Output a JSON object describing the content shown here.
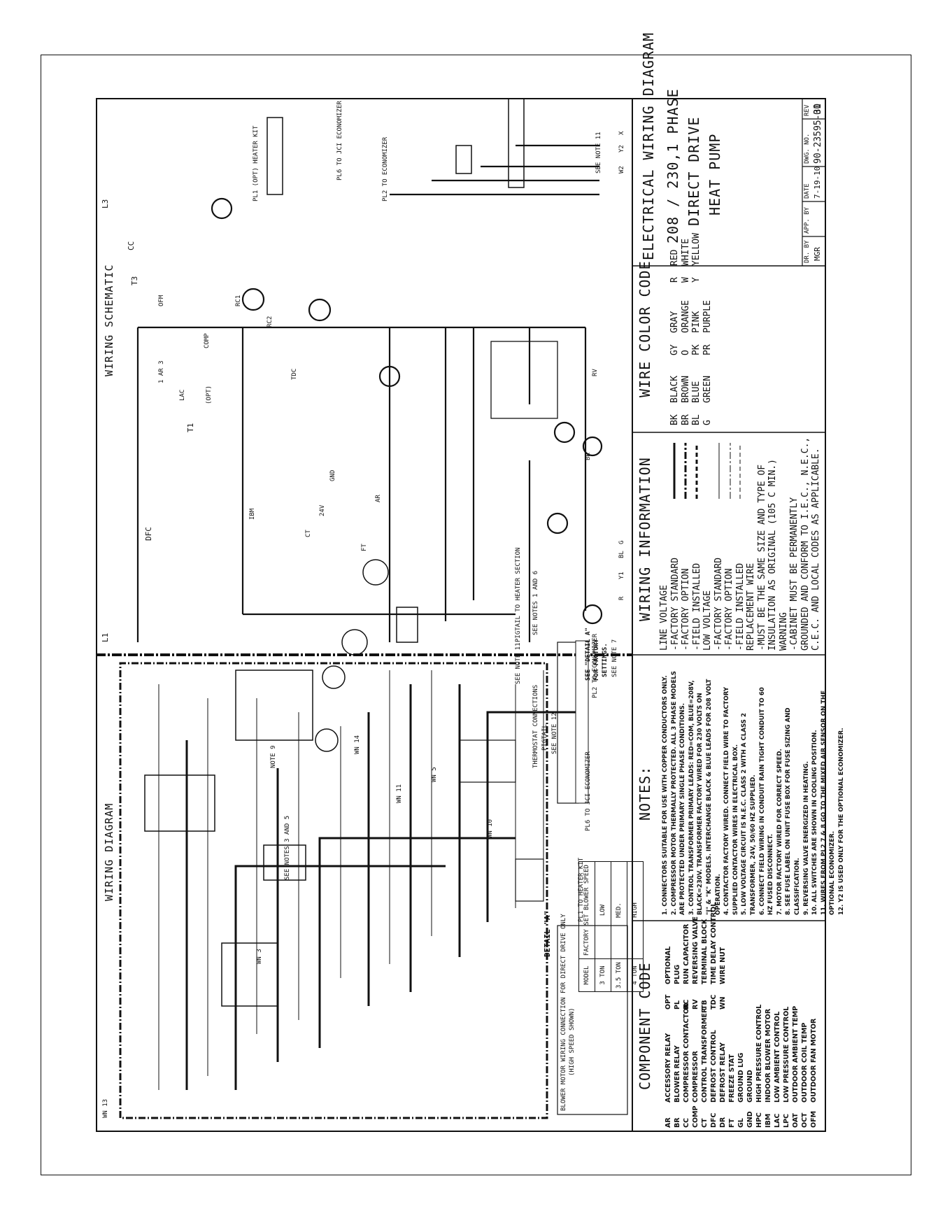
{
  "titles": {
    "wiring_diagram": "WIRING DIAGRAM",
    "wiring_schematic": "WIRING SCHEMATIC",
    "detail_a": "DETAIL \"A\"",
    "detail_a_caption": "BLOWER MOTOR WIRING CONNECTION FOR DIRECT DRIVE ONLY",
    "detail_a_sub": "(HIGH SPEED SHOWN)",
    "see_detail_a": "SEE \"DETAIL A\"",
    "for_factory_settings": "FOR FACTORY",
    "settings": "SETTINGS.",
    "see_note_7": "SEE NOTE 7"
  },
  "detail_table": {
    "header_model": "MODEL",
    "header_speed": "FACTORY SET BLOWER SPEED",
    "rows": [
      {
        "model": "3 TON",
        "speed": "LOW"
      },
      {
        "model": "3.5 TON",
        "speed": "MED."
      },
      {
        "model": "4 TON",
        "speed": "HIGH"
      }
    ]
  },
  "component_code": {
    "title": "COMPONENT CODE",
    "left": [
      {
        "abbr": "AR",
        "name": "ACCESSORY RELAY"
      },
      {
        "abbr": "BR",
        "name": "BLOWER RELAY"
      },
      {
        "abbr": "CC",
        "name": "COMPRESSOR CONTACTOR"
      },
      {
        "abbr": "COMP",
        "name": "COMPRESSOR"
      },
      {
        "abbr": "CT",
        "name": "CONTROL TRANSFORMER"
      },
      {
        "abbr": "DFC",
        "name": "DEFROST CONTROL"
      },
      {
        "abbr": "DR",
        "name": "DEFROST RELAY"
      },
      {
        "abbr": "FT",
        "name": "FREEZE STAT"
      },
      {
        "abbr": "GL",
        "name": "GROUND LUG"
      },
      {
        "abbr": "GND",
        "name": "GROUND"
      },
      {
        "abbr": "HPC",
        "name": "HIGH PRESSURE CONTROL"
      },
      {
        "abbr": "IBM",
        "name": "INDOOR BLOWER MOTOR"
      },
      {
        "abbr": "LAC",
        "name": "LOW AMBIENT CONTROL"
      },
      {
        "abbr": "LPC",
        "name": "LOW PRESSURE CONTROL"
      },
      {
        "abbr": "OAT",
        "name": "OUTDOOR AMBIENT TEMP"
      },
      {
        "abbr": "OCT",
        "name": "OUTDOOR COIL TEMP"
      },
      {
        "abbr": "OFM",
        "name": "OUTDOOR FAN MOTOR"
      }
    ],
    "right": [
      {
        "abbr": "OPT",
        "name": "OPTIONAL"
      },
      {
        "abbr": "PL",
        "name": "PLUG"
      },
      {
        "abbr": "RC",
        "name": "RUN CAPACITOR"
      },
      {
        "abbr": "RV",
        "name": "REVERSING VALVE"
      },
      {
        "abbr": "TB",
        "name": "TERMINAL BLOCK"
      },
      {
        "abbr": "TDC",
        "name": "TIME DELAY CONTROL"
      },
      {
        "abbr": "WN",
        "name": "WIRE NUT"
      }
    ]
  },
  "notes": {
    "title": "NOTES:",
    "items": [
      "1.  CONNECTORS SUITABLE FOR USE WITH COPPER CONDUCTORS ONLY.",
      "2.  COMPRESSOR MOTOR THERMALLY PROTECTED. ALL 3 PHASE MODELS",
      "     ARE PROTECTED UNDER PRIMARY SINGLE PHASE CONDITIONS.",
      "3.  CONTROL TRANSFORMER PRIMARY LEADS: RED=COM, BLUE=208V,",
      "     BLACK=230V. TRANSFORMER FACTORY WIRED FOR 230 VOLTS ON",
      "     \"J\" & \"K\" MODELS. INTERCHANGE BLACK & BLUE LEADS FOR 208 VOLT",
      "     OPERATION.",
      "4.  CONTACTOR FACTORY WIRED. CONNECT FIELD WIRE TO FACTORY",
      "     SUPPLIED CONTACTOR WIRES IN ELECTRICAL BOX.",
      "5.  LOW VOLTAGE CIRCUIT IS N.E.C. CLASS 2 WITH A CLASS 2",
      "     TRANSFORMER, 24V, 50/60 HZ SUPPLIED.",
      "6.  CONNECT FIELD WIRING IN CONDUIT RAIN TIGHT CONDUIT TO 60",
      "     HZ FUSED DISCONNECT.",
      "7.  MOTOR FACTORY WIRED FOR CORRECT SPEED.",
      "8.  SEE FUSE LABEL ON UNIT FUSE BOX FOR FUSE SIZING AND",
      "     CLASSIFICATION.",
      "9.  REVERSING VALVE ENERGIZED IN HEATING.",
      "10. ALL SWITCHES ARE SHOWN IN COOLING POSITION.",
      "11. WIRES FROM PL2 7 & 8 GO TO THE MIXED AIR SENSOR ON THE",
      "     OPTIONAL ECONOMIZER.",
      "12. Y2 IS USED ONLY FOR THE OPTIONAL ECONOMIZER."
    ]
  },
  "wiring_information": {
    "title": "WIRING INFORMATION",
    "items": [
      "LINE VOLTAGE",
      "-FACTORY STANDARD",
      "-FACTORY OPTION",
      "-FIELD INSTALLED",
      "LOW VOLTAGE",
      "-FACTORY STANDARD",
      "-FACTORY OPTION",
      "-FIELD INSTALLED",
      "REPLACEMENT WIRE",
      "-MUST BE THE SAME SIZE AND TYPE OF",
      "  INSULATION AS ORIGINAL (105 C MIN.)",
      "WARNING",
      "-CABINET MUST BE PERMANENTLY",
      "  GROUNDED AND CONFORM TO I.E.C., N.E.C.,",
      "  C.E.C. AND LOCAL CODES AS APPLICABLE."
    ]
  },
  "wire_color_code": {
    "title": "WIRE COLOR CODE",
    "items": [
      {
        "abbr": "BK",
        "name": "BLACK",
        "abbr2": "GY",
        "name2": "GRAY",
        "abbr3": "R",
        "name3": "RED"
      },
      {
        "abbr": "BR",
        "name": "BROWN",
        "abbr2": "O",
        "name2": "ORANGE",
        "abbr3": "W",
        "name3": "WHITE"
      },
      {
        "abbr": "BL",
        "name": "BLUE",
        "abbr2": "PK",
        "name2": "PINK",
        "abbr3": "Y",
        "name3": "YELLOW"
      },
      {
        "abbr": "G",
        "name": "GREEN",
        "abbr2": "PR",
        "name2": "PURPLE",
        "abbr3": "",
        "name3": ""
      }
    ]
  },
  "title_block": {
    "line1": "ELECTRICAL WIRING DIAGRAM",
    "line2": "208 / 230,1 PHASE",
    "line3": "DIRECT DRIVE",
    "line4": "HEAT PUMP",
    "dr_by_label": "DR. BY",
    "dr_by": "MGR",
    "app_by_label": "APP. BY",
    "app_by": "",
    "date_label": "DATE",
    "date": "7-19-10",
    "dwg_no_label": "DWG. NO.",
    "dwg_no": "90-23595-30",
    "rev_label": "REV",
    "rev": "01"
  },
  "schematic_labels": {
    "l1": "L1",
    "l3": "L3",
    "t1": "T1",
    "t3": "T3",
    "cc": "CC",
    "dfc": "DFC",
    "ofm": "OFM",
    "comp": "COMP",
    "lac": "LAC",
    "opt": "(OPT)",
    "rc1": "RC1",
    "rc2": "RC2",
    "tdc": "TDC",
    "ibm": "IBM",
    "ct": "CT",
    "gnd": "GND",
    "ar": "AR",
    "ft": "FT",
    "br": "BR",
    "rv": "RV",
    "r": "R",
    "y1": "Y1",
    "bl": "BL",
    "g": "G",
    "w2": "W2",
    "y2": "Y2",
    "x": "X",
    "pl1": "PL1 (OPT) HEATER KIT",
    "pl6": "PL6 TO JCI ECONOMIZER",
    "pl2": "PL2 TO ECONOMIZER",
    "see_note_11": "SEE NOTE 11",
    "v24": "24V",
    "ar3": "1 AR 3"
  },
  "diagram_labels": {
    "thermostat": "THERMOSTAT CONNECTIONS",
    "pigtail": "PIGTAIL",
    "see_note_12": "SEE NOTE 12",
    "pigtail_heater": "PIGTAIL TO HEATER SECTION",
    "see_notes_16": "SEE NOTES 1 AND 6",
    "pl2_econ": "PL2 TO ECONOMIZER",
    "pl6_econ": "PL6 TO JCI ECONOMIZER",
    "pl1_heater": "PL1 TO HEATER KIT",
    "see_notes_35": "SEE NOTES 3 AND 5",
    "note_9": "NOTE 9",
    "see_note_11b": "SEE NOTE 11",
    "wn13": "WN 13",
    "wn3": "WN 3",
    "wn5": "WN 5",
    "wn10": "WN 10",
    "wn11": "WN 11",
    "wn14": "WN 14"
  }
}
